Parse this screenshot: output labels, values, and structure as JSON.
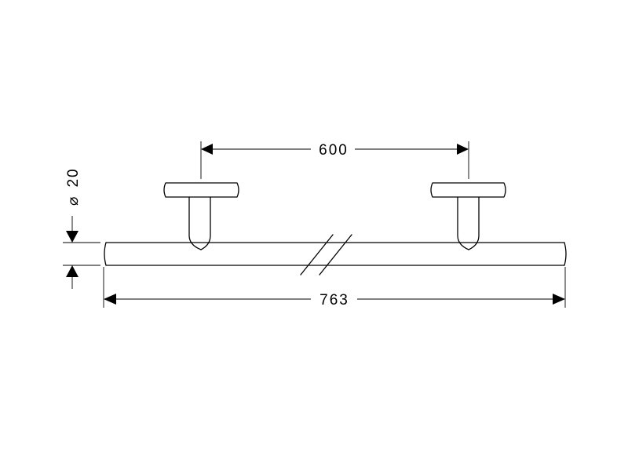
{
  "dimensions": {
    "mount_spacing": "600",
    "overall_length": "763",
    "diameter_symbol": "⌀",
    "diameter_value": "20"
  },
  "colors": {
    "stroke": "#000000",
    "background": "#ffffff"
  }
}
